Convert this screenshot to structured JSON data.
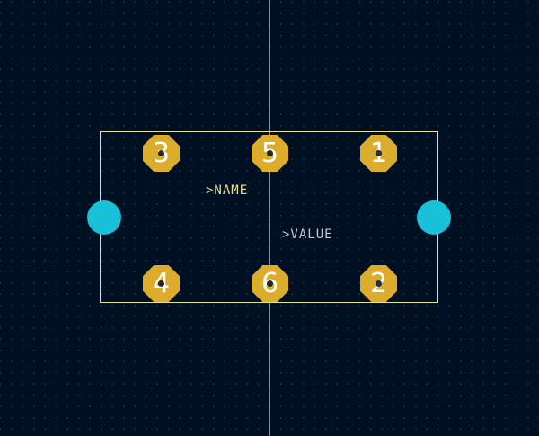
{
  "footprint": {
    "pads": [
      {
        "number": "3"
      },
      {
        "number": "5"
      },
      {
        "number": "1"
      },
      {
        "number": "4"
      },
      {
        "number": "6"
      },
      {
        "number": "2"
      }
    ],
    "name_text": ">NAME",
    "value_text": ">VALUE"
  },
  "colors": {
    "background": "#001023",
    "pad": "#dcad2d",
    "mounting_hole": "#19c1d8",
    "outline": "#e8e0a0",
    "crosshair": "#9aa4b4"
  }
}
